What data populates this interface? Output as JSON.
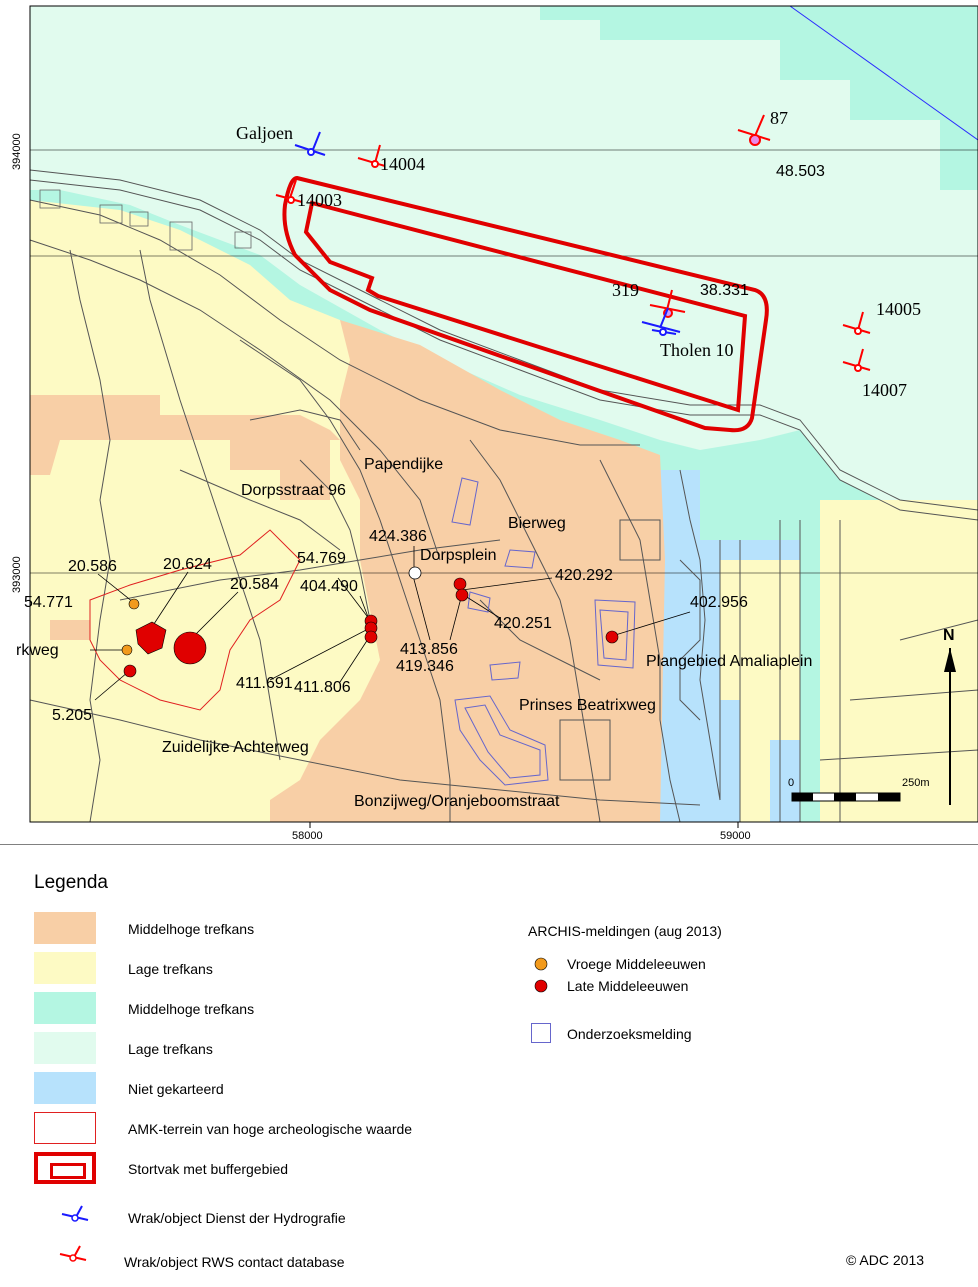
{
  "map": {
    "axis_labels": {
      "x": [
        "58000",
        "59000"
      ],
      "y": [
        "394000",
        "393000"
      ]
    },
    "place_labels": [
      "Papendijke",
      "Dorpsstraat 96",
      "Bierweg",
      "Dorpsplein",
      "Plangebied Amaliaplein",
      "Prinses Beatrixweg",
      "Zuidelijke Achterweg",
      "Bonzijweg/Oranjeboomstraat",
      "rkweg"
    ],
    "wreck_labels": [
      "Galjoen",
      "14004",
      "14003",
      "87",
      "48.503",
      "319",
      "38.331",
      "Tholen 10",
      "14005",
      "14007"
    ],
    "find_labels": [
      "20.586",
      "20.624",
      "20.584",
      "54.769",
      "404.490",
      "424.386",
      "420.292",
      "413.856",
      "419.346",
      "420.251",
      "402.956",
      "54.771",
      "5.205",
      "411.691",
      "411.806"
    ],
    "north_label": "N",
    "scalebar": {
      "start": "0",
      "end": "250m"
    }
  },
  "legend": {
    "title": "Legenda",
    "items": [
      {
        "label": "Middelhoge trefkans",
        "color": "#f8cfa6"
      },
      {
        "label": "Lage trefkans",
        "color": "#fdfac4"
      },
      {
        "label": "Middelhoge trefkans",
        "color": "#b4f6e2"
      },
      {
        "label": "Lage trefkans",
        "color": "#e1fbee"
      },
      {
        "label": "Niet gekarteerd",
        "color": "#b7e2fc"
      },
      {
        "label": "AMK-terrein van hoge archeologische waarde",
        "color": "#e02020"
      },
      {
        "label": "Stortvak met buffergebied",
        "color": "#e00000"
      },
      {
        "label": "Wrak/object Dienst der Hydrografie",
        "color": "#1a1aff"
      },
      {
        "label": "Wrak/object RWS contact database",
        "color": "#ff0000"
      }
    ],
    "archis": {
      "title": "ARCHIS-meldingen (aug 2013)",
      "items": [
        {
          "label": "Vroege Middeleeuwen",
          "color": "#f29a1c"
        },
        {
          "label": "Late Middeleeuwen",
          "color": "#e00000"
        },
        {
          "label": "Onderzoeksmelding",
          "color": "#6666cc"
        }
      ]
    },
    "copyright": "© ADC 2013"
  }
}
